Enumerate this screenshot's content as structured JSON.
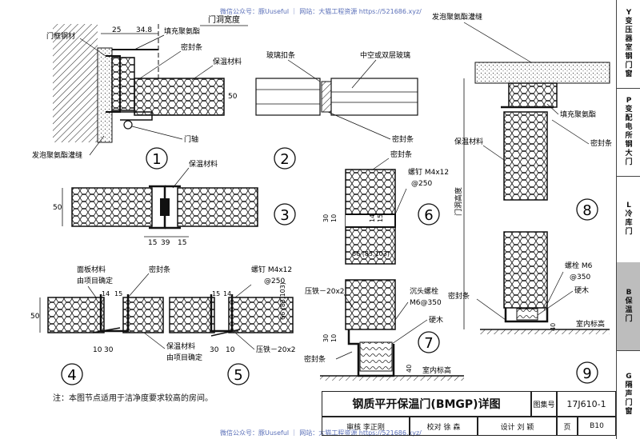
{
  "watermark": {
    "top": "微信公众号：豚Uuseful ｜ 网站：大猫工程资源 https://521686.xyz/",
    "bottom": "微信公众号：豚Uuseful ｜ 网站：大猫工程资源 https://521686.xyz/"
  },
  "sidebar": [
    {
      "code": "Y",
      "label": "变压器室钢门窗",
      "active": false
    },
    {
      "code": "P",
      "label": "变配电所钢大门",
      "active": false
    },
    {
      "code": "L",
      "label": "冷库门",
      "active": false
    },
    {
      "code": "B",
      "label": "保温门",
      "active": true
    },
    {
      "code": "G",
      "label": "隔声门窗",
      "active": false
    }
  ],
  "labels": {
    "door_frame_steel": "门框钢材",
    "fill_pu": "填充聚氨酯",
    "seal_strip": "密封条",
    "insulation": "保温材料",
    "foam_pu_gap": "发泡聚氨酯灌缝",
    "hinge": "门轴",
    "opening_width": "门洞宽度",
    "glass_bead": "玻璃扣条",
    "hollow_glass": "中空或双层玻璃",
    "face_material": "面板材料",
    "project_decided": "由项目确定",
    "screw": "螺钉 M4x12",
    "screw_spacing": "@250",
    "press_iron": "压铁－20x2",
    "countersunk_bolt": "沉头螺栓",
    "bolt_spec": "M6@350",
    "hardwood": "硬木",
    "indoor_level": "室内标高",
    "opening_height": "门洞高度",
    "bolt_m6": "螺栓 M6",
    "bolt_spacing": "@350"
  },
  "dimensions": {
    "d25": "25",
    "d34_8": "34.8",
    "d50": "50",
    "d15": "15",
    "d39": "39",
    "d14": "14",
    "d10": "10",
    "d30": "30",
    "d40": "40",
    "d66": "66 (83,103)"
  },
  "details": [
    "1",
    "2",
    "3",
    "4",
    "5",
    "6",
    "7",
    "8",
    "9"
  ],
  "note": "注：本图节点适用于洁净度要求较高的房间。",
  "title_block": {
    "title": "钢质平开保温门(BMGP)详图",
    "atlas_label": "图集号",
    "atlas_no": "17J610-1",
    "review": "审核 李正刚",
    "check": "校对 徐 森",
    "design": "设计 刘 颖",
    "page_label": "页",
    "page_no": "B10"
  }
}
